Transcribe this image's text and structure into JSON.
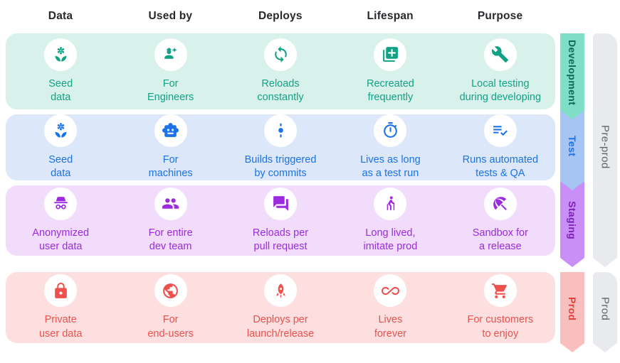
{
  "title": "Environment comparison diagram",
  "columns": [
    "Data",
    "Used by",
    "Deploys",
    "Lifespan",
    "Purpose"
  ],
  "rows": [
    {
      "name": "Development",
      "colors": {
        "band": "#d8f2eb",
        "accent": "#11a184",
        "ribbon": "#7fdec6",
        "ribbon_text": "#0a6a56"
      },
      "cells": [
        {
          "icon": "seed-icon",
          "label": "Seed\ndata"
        },
        {
          "icon": "engineer-icon",
          "label": "For\nEngineers"
        },
        {
          "icon": "sync-icon",
          "label": "Reloads\nconstantly"
        },
        {
          "icon": "library-add-icon",
          "label": "Recreated\nfrequently"
        },
        {
          "icon": "wrench-icon",
          "label": "Local testing\nduring developing"
        }
      ]
    },
    {
      "name": "Test",
      "colors": {
        "band": "#dce7f9",
        "accent": "#1a73e8",
        "ribbon": "#a6c5f3",
        "ribbon_text": "#1a73e8"
      },
      "cells": [
        {
          "icon": "seed-icon",
          "label": "Seed\ndata"
        },
        {
          "icon": "robot-icon",
          "label": "For\nmachines"
        },
        {
          "icon": "commit-icon",
          "label": "Builds triggered\nby commits"
        },
        {
          "icon": "timer-icon",
          "label": "Lives as long\nas a test run"
        },
        {
          "icon": "checklist-icon",
          "label": "Runs automated\ntests & QA"
        }
      ]
    },
    {
      "name": "Staging",
      "colors": {
        "band": "#f1dcfb",
        "accent": "#9c2be0",
        "ribbon": "#c98ff6",
        "ribbon_text": "#7c21b8"
      },
      "cells": [
        {
          "icon": "incognito-icon",
          "label": "Anonymized\nuser data"
        },
        {
          "icon": "group-icon",
          "label": "For entire\ndev team"
        },
        {
          "icon": "forum-icon",
          "label": "Reloads per\npull request"
        },
        {
          "icon": "elderly-icon",
          "label": "Long lived,\nimitate prod"
        },
        {
          "icon": "umbrella-icon",
          "label": "Sandbox for\na release"
        }
      ]
    },
    {
      "name": "Prod",
      "colors": {
        "band": "#fcdfde",
        "accent": "#ee514d",
        "ribbon": "#f9bfbe",
        "ribbon_text": "#e23f3a"
      },
      "cells": [
        {
          "icon": "lock-icon",
          "label": "Private\nuser data"
        },
        {
          "icon": "globe-icon",
          "label": "For\nend-users"
        },
        {
          "icon": "rocket-icon",
          "label": "Deploys per\nlaunch/release"
        },
        {
          "icon": "infinity-icon",
          "label": "Lives\nforever"
        },
        {
          "icon": "cart-icon",
          "label": "For customers\nto enjoy"
        }
      ]
    }
  ],
  "group_ribbons": [
    {
      "label": "Pre-prod",
      "color": "#e8eaed",
      "text_color": "#5f6368"
    },
    {
      "label": "Prod",
      "color": "#e8eaed",
      "text_color": "#5f6368"
    }
  ]
}
